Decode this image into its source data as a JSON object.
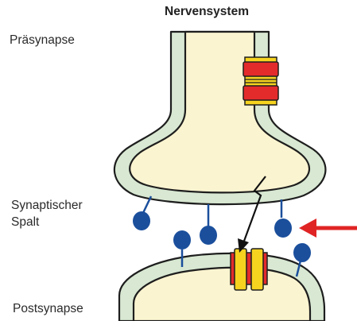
{
  "title": "Nervensystem",
  "labels": {
    "presynapse": "Präsynapse",
    "synaptic_cleft": "Synaptischer\nSpalt",
    "postsynapse": "Postsynapse"
  },
  "colors": {
    "membrane_fill": "#d8e8d2",
    "membrane_stroke": "#1e1e1e",
    "cytoplasm": "#fbf4d0",
    "channel_red": "#e32b2b",
    "channel_yellow": "#f5d31f",
    "receptor_blue": "#1b4f9c",
    "arrow_red": "#e02424",
    "signal_arrow": "#111111"
  },
  "icons": {
    "indicator_arrow": "red-arrow-icon",
    "signal": "lightning-arrow-icon"
  }
}
